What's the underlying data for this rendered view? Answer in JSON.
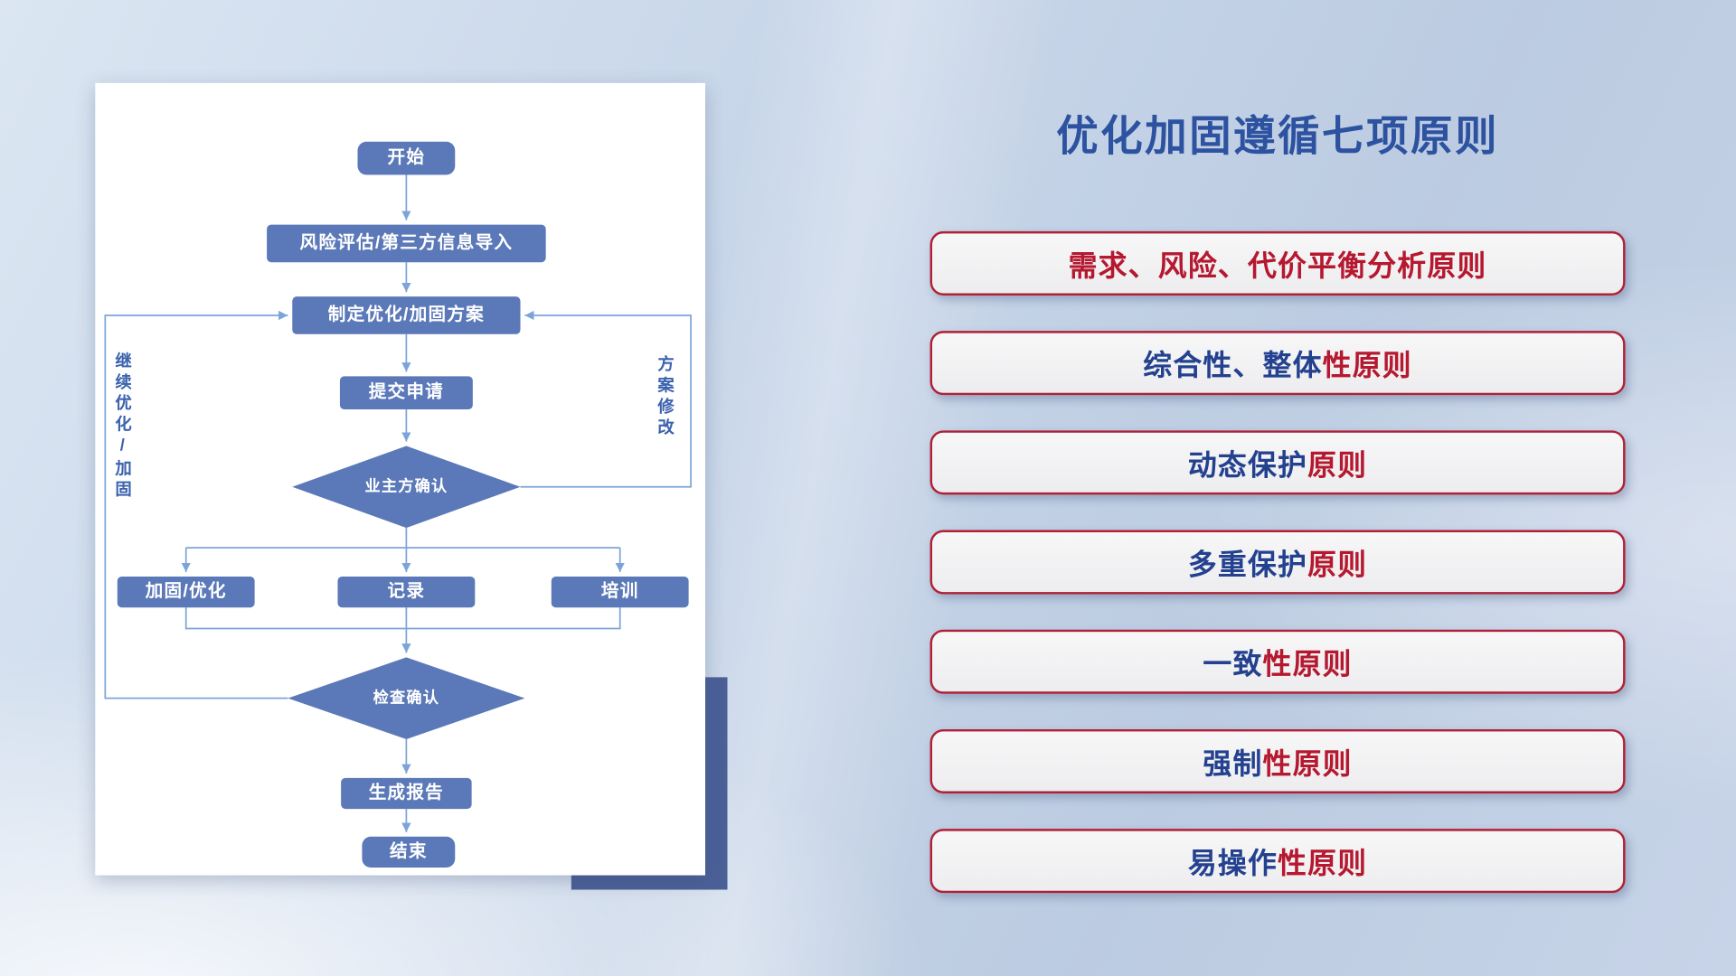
{
  "panel": {
    "title": "优化加固遵循七项原则"
  },
  "flowchart": {
    "nodes": {
      "start": "开始",
      "risk_import": "风险评估/第三方信息导入",
      "make_plan": "制定优化/加固方案",
      "submit": "提交申请",
      "owner_confirm": "业主方确认",
      "harden_optimize": "加固/优化",
      "record": "记录",
      "training": "培训",
      "check_confirm": "检查确认",
      "gen_report": "生成报告",
      "end": "结束"
    },
    "loop_labels": {
      "continue_optimize": "继续优化/加固",
      "plan_revise": "方案修改"
    }
  },
  "principles": [
    {
      "blue": "",
      "red": "需求、风险、代价平衡分析原则"
    },
    {
      "blue": "综合性、整体",
      "red": "性原则"
    },
    {
      "blue": "动态保护",
      "red": "原则"
    },
    {
      "blue": "多重保护",
      "red": "原则"
    },
    {
      "blue": "一致",
      "red": "性原则"
    },
    {
      "blue": "强制",
      "red": "性原则"
    },
    {
      "blue": "易操作",
      "red": "性原则"
    }
  ],
  "colors": {
    "title_blue": "#2c52a0",
    "principle_blue": "#23418f",
    "principle_red": "#b5182f",
    "principle_border": "#b02136",
    "node_fill": "#5b79b8",
    "connector": "#7ca4d8",
    "accent_block": "#4a6097"
  }
}
